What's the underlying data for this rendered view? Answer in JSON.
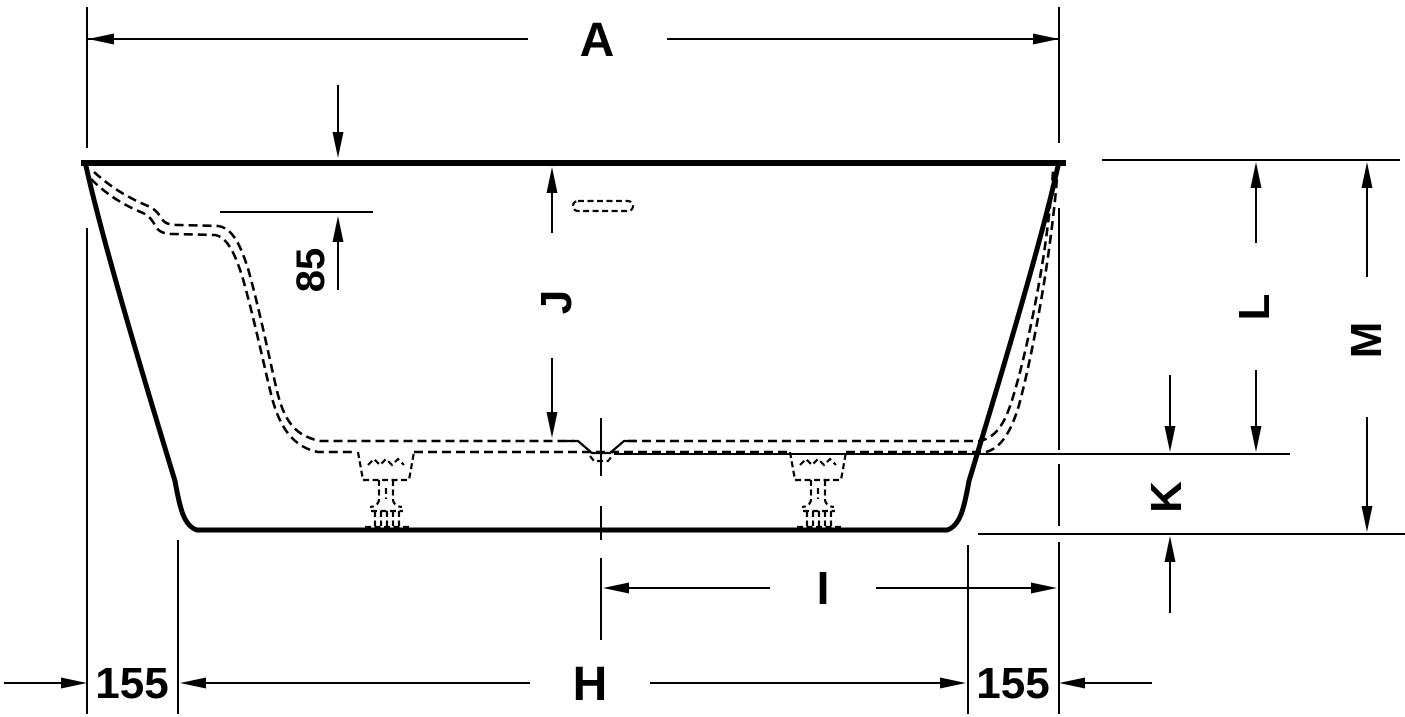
{
  "colors": {
    "background": "#ffffff",
    "ink": "#000000"
  },
  "drawing": {
    "subject": "freestanding-bathtub-side-elevation"
  },
  "dimensions": {
    "a": {
      "label": "A",
      "orientation": "horizontal"
    },
    "h": {
      "label": "H",
      "orientation": "horizontal"
    },
    "i": {
      "label": "I",
      "orientation": "horizontal"
    },
    "j": {
      "label": "J",
      "orientation": "vertical"
    },
    "k": {
      "label": "K",
      "orientation": "vertical"
    },
    "l": {
      "label": "L",
      "orientation": "vertical"
    },
    "m": {
      "label": "M",
      "orientation": "vertical"
    },
    "rim_to_shelf": {
      "label": "85",
      "value": 85,
      "orientation": "vertical"
    },
    "left_foot_offset": {
      "label": "155",
      "value": 155,
      "orientation": "horizontal"
    },
    "right_foot_offset": {
      "label": "155",
      "value": 155,
      "orientation": "horizontal"
    }
  }
}
